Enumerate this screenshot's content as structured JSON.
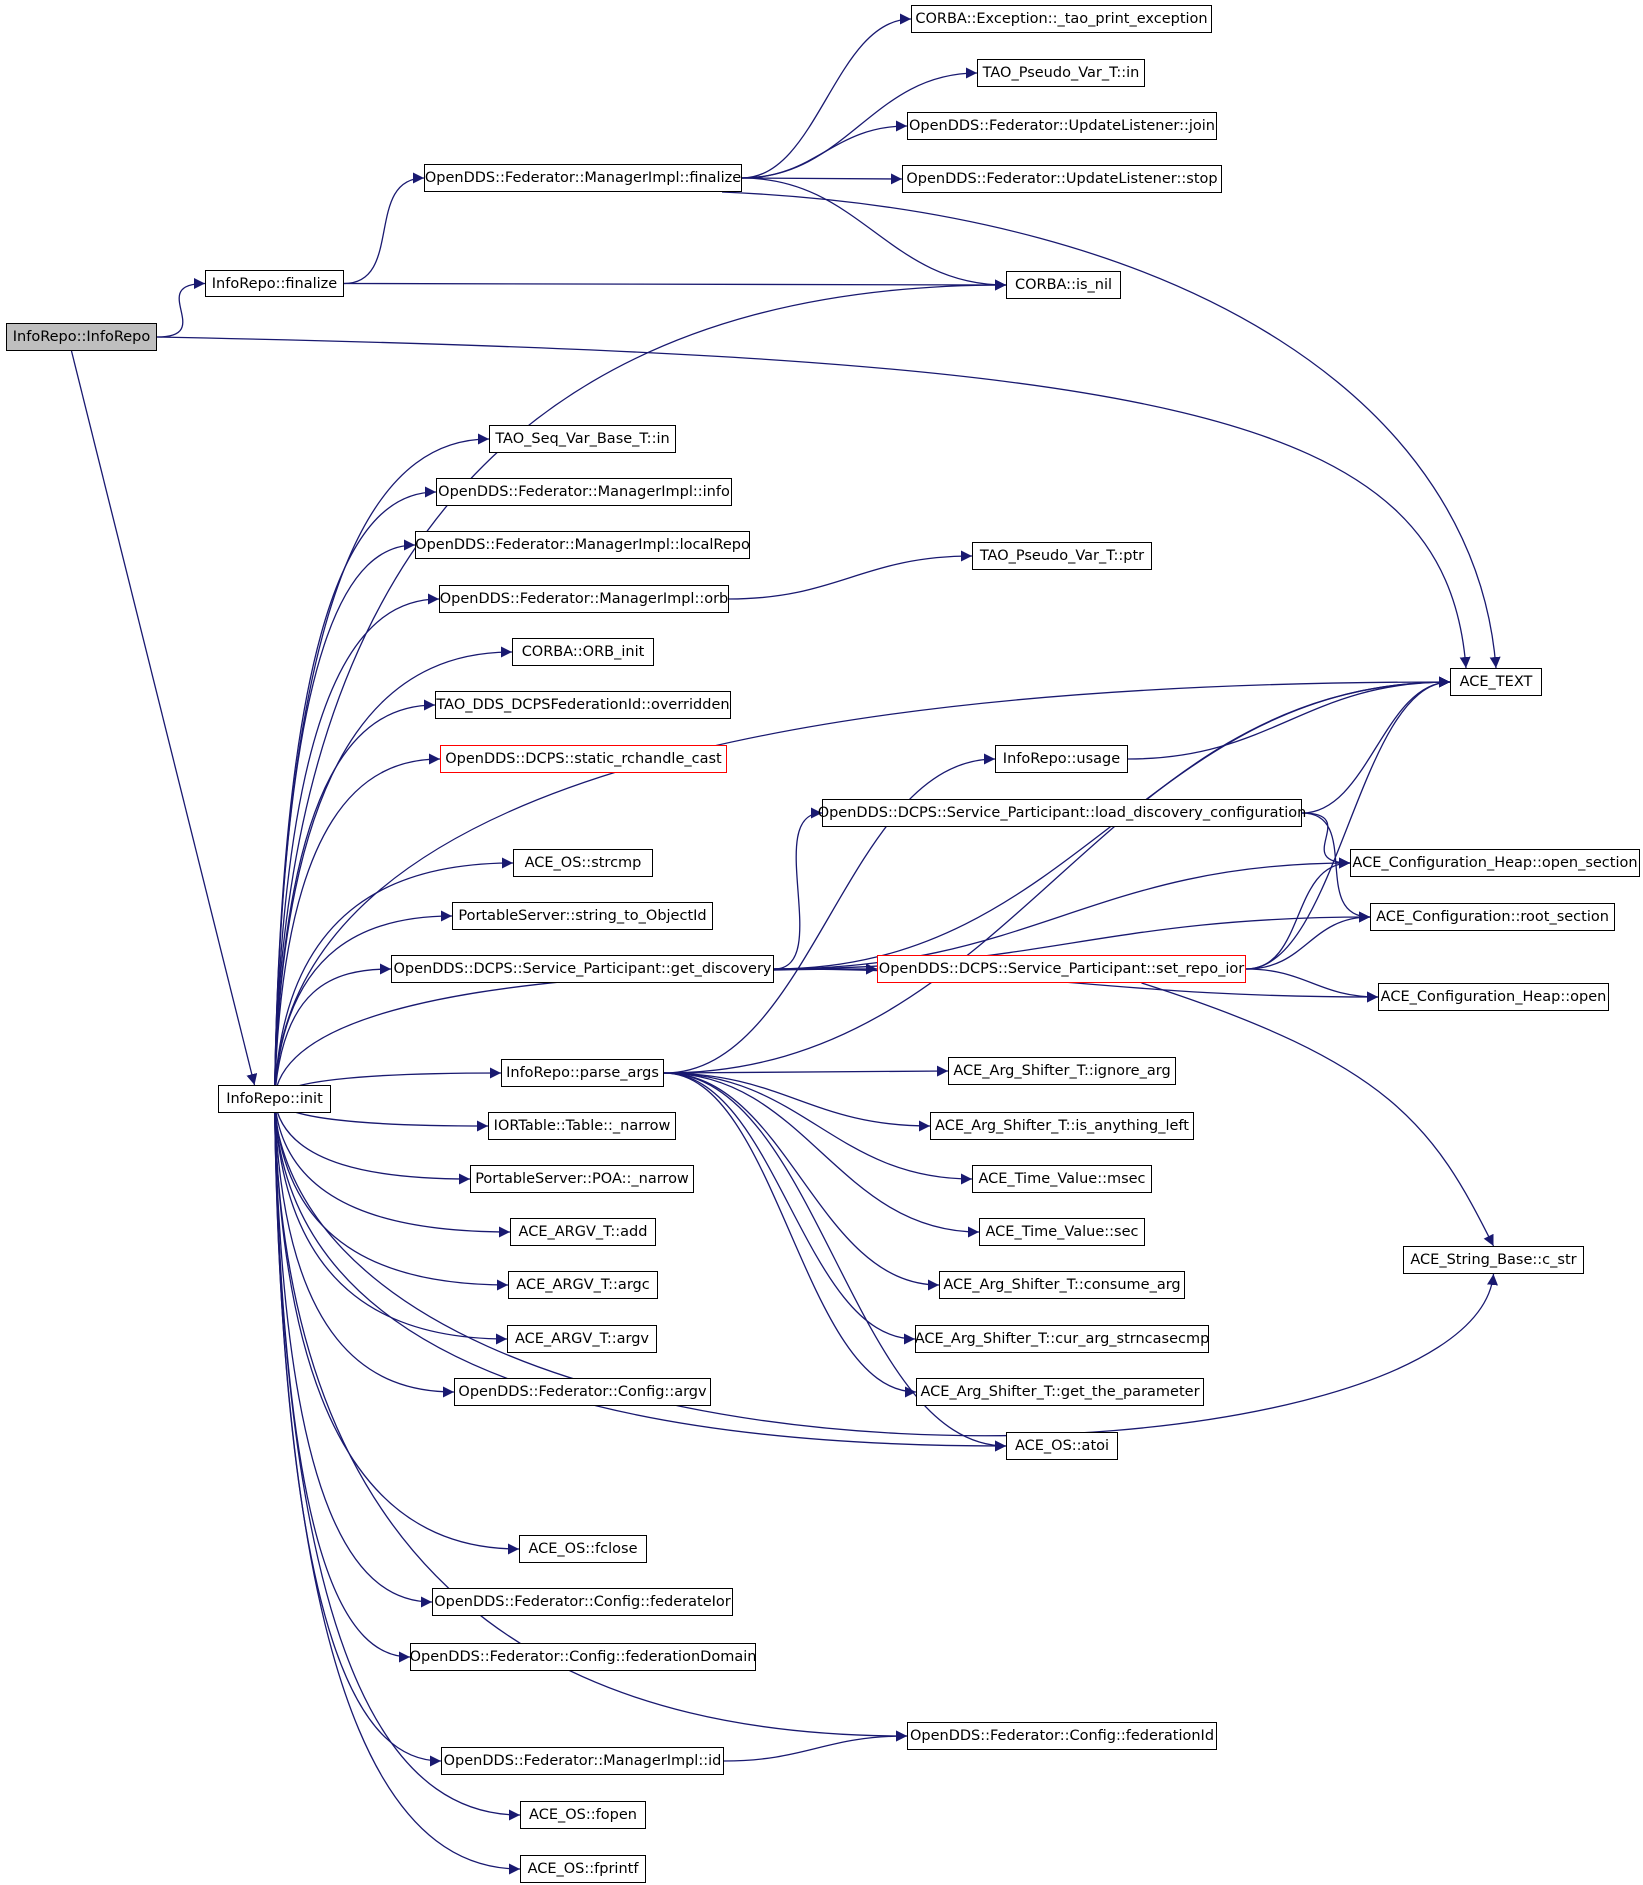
{
  "graph": {
    "title": "",
    "edge_color": "#191970",
    "highlight_color": "#bfbfbf",
    "truncated_color": "#ff0000",
    "nodes": [
      {
        "id": "n00",
        "label": "InfoRepo::InfoRepo",
        "kind": "root"
      },
      {
        "id": "n01",
        "label": "InfoRepo::finalize",
        "kind": "normal"
      },
      {
        "id": "n02",
        "label": "OpenDDS::Federator::ManagerImpl::finalize",
        "kind": "normal"
      },
      {
        "id": "n03",
        "label": "CORBA::Exception::_tao_print_exception",
        "kind": "normal"
      },
      {
        "id": "n04",
        "label": "TAO_Pseudo_Var_T::in",
        "kind": "normal"
      },
      {
        "id": "n05",
        "label": "OpenDDS::Federator::UpdateListener::join",
        "kind": "normal"
      },
      {
        "id": "n06",
        "label": "OpenDDS::Federator::UpdateListener::stop",
        "kind": "normal"
      },
      {
        "id": "n07",
        "label": "CORBA::is_nil",
        "kind": "normal"
      },
      {
        "id": "n08",
        "label": "ACE_TEXT",
        "kind": "normal"
      },
      {
        "id": "n09",
        "label": "InfoRepo::init",
        "kind": "normal"
      },
      {
        "id": "n10",
        "label": "TAO_Seq_Var_Base_T::in",
        "kind": "normal"
      },
      {
        "id": "n11",
        "label": "OpenDDS::Federator::ManagerImpl::info",
        "kind": "normal"
      },
      {
        "id": "n12",
        "label": "OpenDDS::Federator::ManagerImpl::localRepo",
        "kind": "normal"
      },
      {
        "id": "n13",
        "label": "OpenDDS::Federator::ManagerImpl::orb",
        "kind": "normal"
      },
      {
        "id": "n14",
        "label": "TAO_Pseudo_Var_T::ptr",
        "kind": "normal"
      },
      {
        "id": "n15",
        "label": "CORBA::ORB_init",
        "kind": "normal"
      },
      {
        "id": "n16",
        "label": "TAO_DDS_DCPSFederationId::overridden",
        "kind": "normal"
      },
      {
        "id": "n17",
        "label": "OpenDDS::DCPS::static_rchandle_cast",
        "kind": "truncated"
      },
      {
        "id": "n18",
        "label": "InfoRepo::usage",
        "kind": "normal"
      },
      {
        "id": "n19",
        "label": "OpenDDS::DCPS::Service_Participant::load_discovery_configuration",
        "kind": "normal"
      },
      {
        "id": "n20",
        "label": "ACE_OS::strcmp",
        "kind": "normal"
      },
      {
        "id": "n21",
        "label": "ACE_Configuration_Heap::open_section",
        "kind": "normal"
      },
      {
        "id": "n22",
        "label": "PortableServer::string_to_ObjectId",
        "kind": "normal"
      },
      {
        "id": "n23",
        "label": "ACE_Configuration::root_section",
        "kind": "normal"
      },
      {
        "id": "n24",
        "label": "OpenDDS::DCPS::Service_Participant::get_discovery",
        "kind": "normal"
      },
      {
        "id": "n25",
        "label": "OpenDDS::DCPS::Service_Participant::set_repo_ior",
        "kind": "truncated"
      },
      {
        "id": "n26",
        "label": "ACE_Configuration_Heap::open",
        "kind": "normal"
      },
      {
        "id": "n27",
        "label": "InfoRepo::parse_args",
        "kind": "normal"
      },
      {
        "id": "n28",
        "label": "ACE_Arg_Shifter_T::ignore_arg",
        "kind": "normal"
      },
      {
        "id": "n29",
        "label": "IORTable::Table::_narrow",
        "kind": "normal"
      },
      {
        "id": "n30",
        "label": "ACE_Arg_Shifter_T::is_anything_left",
        "kind": "normal"
      },
      {
        "id": "n31",
        "label": "PortableServer::POA::_narrow",
        "kind": "normal"
      },
      {
        "id": "n32",
        "label": "ACE_Time_Value::msec",
        "kind": "normal"
      },
      {
        "id": "n33",
        "label": "ACE_ARGV_T::add",
        "kind": "normal"
      },
      {
        "id": "n34",
        "label": "ACE_Time_Value::sec",
        "kind": "normal"
      },
      {
        "id": "n35",
        "label": "ACE_String_Base::c_str",
        "kind": "normal"
      },
      {
        "id": "n36",
        "label": "ACE_ARGV_T::argc",
        "kind": "normal"
      },
      {
        "id": "n37",
        "label": "ACE_Arg_Shifter_T::consume_arg",
        "kind": "normal"
      },
      {
        "id": "n38",
        "label": "ACE_ARGV_T::argv",
        "kind": "normal"
      },
      {
        "id": "n39",
        "label": "ACE_Arg_Shifter_T::cur_arg_strncasecmp",
        "kind": "normal"
      },
      {
        "id": "n40",
        "label": "OpenDDS::Federator::Config::argv",
        "kind": "normal"
      },
      {
        "id": "n41",
        "label": "ACE_Arg_Shifter_T::get_the_parameter",
        "kind": "normal"
      },
      {
        "id": "n42",
        "label": "ACE_OS::atoi",
        "kind": "normal"
      },
      {
        "id": "n43",
        "label": "ACE_OS::fclose",
        "kind": "normal"
      },
      {
        "id": "n44",
        "label": "OpenDDS::Federator::Config::federateIor",
        "kind": "normal"
      },
      {
        "id": "n45",
        "label": "OpenDDS::Federator::Config::federationDomain",
        "kind": "normal"
      },
      {
        "id": "n46",
        "label": "OpenDDS::Federator::Config::federationId",
        "kind": "normal"
      },
      {
        "id": "n47",
        "label": "OpenDDS::Federator::ManagerImpl::id",
        "kind": "normal"
      },
      {
        "id": "n48",
        "label": "ACE_OS::fopen",
        "kind": "normal"
      },
      {
        "id": "n49",
        "label": "ACE_OS::fprintf",
        "kind": "normal"
      }
    ],
    "edges": [
      [
        "n00",
        "n01"
      ],
      [
        "n00",
        "n08"
      ],
      [
        "n00",
        "n09"
      ],
      [
        "n01",
        "n02"
      ],
      [
        "n01",
        "n07"
      ],
      [
        "n02",
        "n03"
      ],
      [
        "n02",
        "n04"
      ],
      [
        "n02",
        "n05"
      ],
      [
        "n02",
        "n06"
      ],
      [
        "n02",
        "n07"
      ],
      [
        "n02",
        "n08"
      ],
      [
        "n09",
        "n07"
      ],
      [
        "n09",
        "n10"
      ],
      [
        "n09",
        "n11"
      ],
      [
        "n09",
        "n12"
      ],
      [
        "n09",
        "n13"
      ],
      [
        "n09",
        "n15"
      ],
      [
        "n09",
        "n16"
      ],
      [
        "n09",
        "n17"
      ],
      [
        "n09",
        "n08"
      ],
      [
        "n09",
        "n20"
      ],
      [
        "n09",
        "n22"
      ],
      [
        "n09",
        "n24"
      ],
      [
        "n09",
        "n25"
      ],
      [
        "n09",
        "n27"
      ],
      [
        "n09",
        "n29"
      ],
      [
        "n09",
        "n31"
      ],
      [
        "n09",
        "n33"
      ],
      [
        "n09",
        "n36"
      ],
      [
        "n09",
        "n38"
      ],
      [
        "n09",
        "n40"
      ],
      [
        "n09",
        "n42"
      ],
      [
        "n09",
        "n35"
      ],
      [
        "n09",
        "n43"
      ],
      [
        "n09",
        "n44"
      ],
      [
        "n09",
        "n45"
      ],
      [
        "n09",
        "n46"
      ],
      [
        "n09",
        "n47"
      ],
      [
        "n09",
        "n48"
      ],
      [
        "n09",
        "n49"
      ],
      [
        "n13",
        "n14"
      ],
      [
        "n18",
        "n08"
      ],
      [
        "n19",
        "n08"
      ],
      [
        "n19",
        "n21"
      ],
      [
        "n19",
        "n23"
      ],
      [
        "n24",
        "n08"
      ],
      [
        "n24",
        "n19"
      ],
      [
        "n24",
        "n21"
      ],
      [
        "n24",
        "n23"
      ],
      [
        "n24",
        "n25"
      ],
      [
        "n24",
        "n26"
      ],
      [
        "n25",
        "n08"
      ],
      [
        "n25",
        "n21"
      ],
      [
        "n25",
        "n23"
      ],
      [
        "n25",
        "n26"
      ],
      [
        "n25",
        "n35"
      ],
      [
        "n27",
        "n08"
      ],
      [
        "n27",
        "n18"
      ],
      [
        "n27",
        "n28"
      ],
      [
        "n27",
        "n30"
      ],
      [
        "n27",
        "n32"
      ],
      [
        "n27",
        "n34"
      ],
      [
        "n27",
        "n37"
      ],
      [
        "n27",
        "n39"
      ],
      [
        "n27",
        "n41"
      ],
      [
        "n27",
        "n42"
      ],
      [
        "n47",
        "n46"
      ]
    ]
  }
}
